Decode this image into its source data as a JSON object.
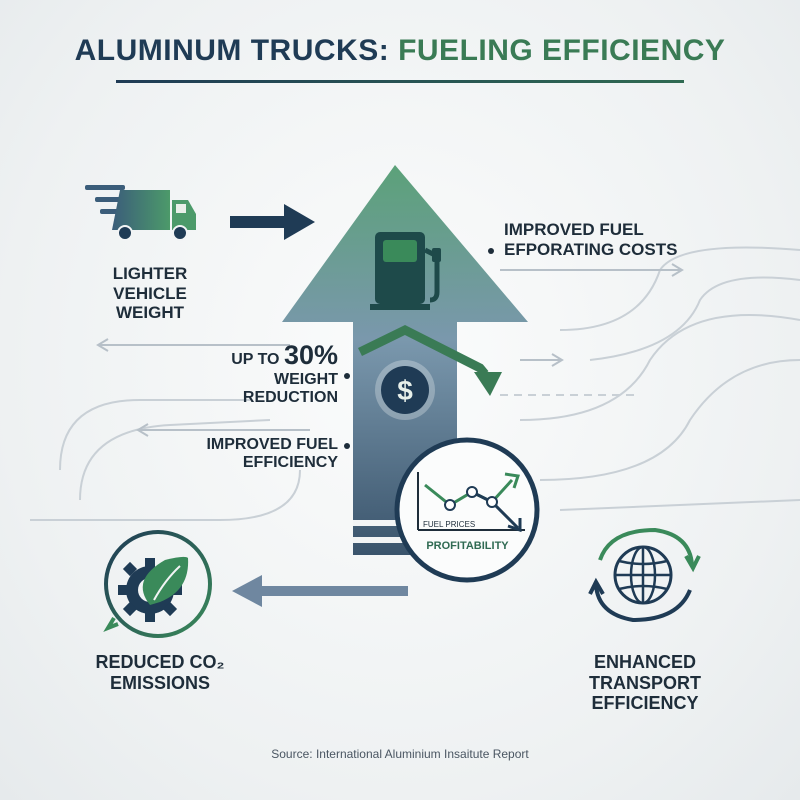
{
  "title": {
    "part1": "ALUMINUM TRUCKS:",
    "part2": "FUELING EFFICIENCY"
  },
  "labels": {
    "lighter_vehicle": [
      "LIGHTER",
      "VEHICLE",
      "WEIGHT"
    ],
    "improved_fuel_top": [
      "IMPROVED FUEL",
      "EFPORATING COSTS"
    ],
    "weight_reduction": {
      "prefix": "UP TO",
      "value": "30%",
      "line2": "WEIGHT",
      "line3": "REDUCTION"
    },
    "improved_fuel_mid": [
      "IMPROVED FUEL",
      "EFFICIENCY"
    ],
    "fuel_prices": "FUEL PRICES",
    "profitability": "PROFITABILITY",
    "reduced_co2": [
      "REDUCED CO₂",
      "EMISSIONS"
    ],
    "enhanced_transport": [
      "ENHANCED TRANSPORT",
      "EFFICIENCY"
    ]
  },
  "icons": [
    "truck-icon",
    "fuel-pump-icon",
    "dollar-icon",
    "line-chart-icon",
    "leaf-gear-icon",
    "globe-icon"
  ],
  "colors": {
    "navy": "#1f3b55",
    "green": "#3a7b55",
    "text": "#1e2d3a"
  },
  "source": "Source: International Aluminium Insaitute Report"
}
